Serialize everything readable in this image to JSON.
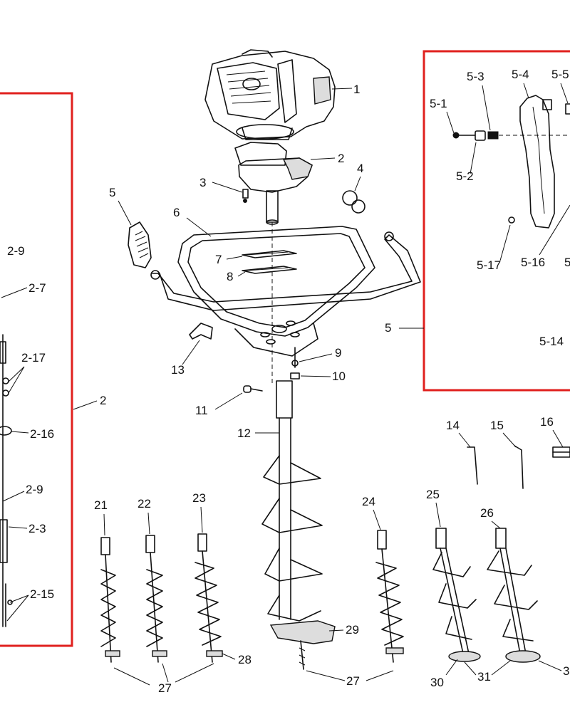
{
  "labels": {
    "p1": "1",
    "p2": "2",
    "p3": "3",
    "p4": "4",
    "p5": "5",
    "p6": "6",
    "p7": "7",
    "p8": "8",
    "p9": "9",
    "p10": "10",
    "p11": "11",
    "p12": "12",
    "p13": "13",
    "p14": "14",
    "p15": "15",
    "p16": "16",
    "p21": "21",
    "p22": "22",
    "p23": "23",
    "p24": "24",
    "p25": "25",
    "p26": "26",
    "p27a": "27",
    "p27b": "27",
    "p28": "28",
    "p29": "29",
    "p30": "30",
    "p31": "31",
    "p31c": "3",
    "box5": "5",
    "box2": "2",
    "s2_9a": "2-9",
    "s2_7": "2-7",
    "s2_17": "2-17",
    "s2_16": "2-16",
    "s2_9b": "2-9",
    "s2_3": "2-3",
    "s2_15": "2-15",
    "s5_1": "5-1",
    "s5_2": "5-2",
    "s5_3": "5-3",
    "s5_4": "5-4",
    "s5_5": "5-5",
    "s5_17": "5-17",
    "s5_16": "5-16",
    "s5_x": "5",
    "s5_14": "5-14"
  },
  "colors": {
    "callout_box": "#e0201e",
    "line": "#111111"
  }
}
